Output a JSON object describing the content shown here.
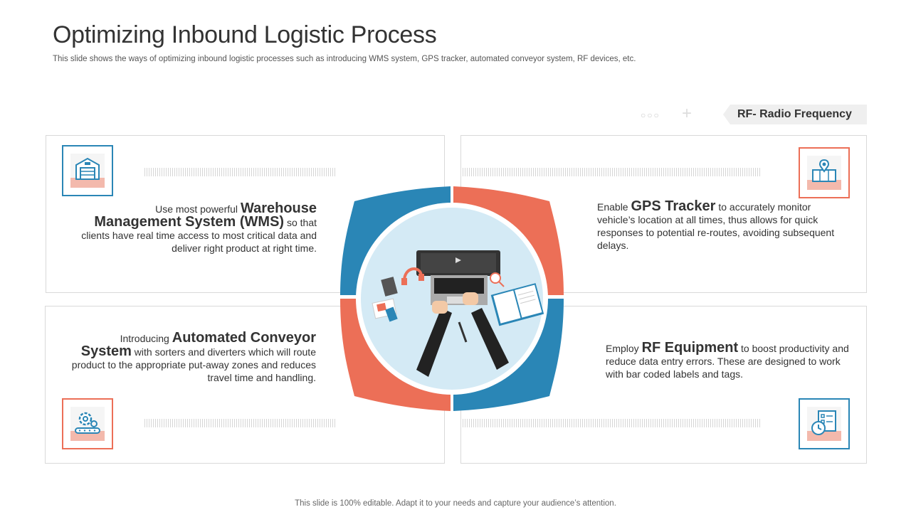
{
  "header": {
    "title": "Optimizing Inbound Logistic Process",
    "subtitle": "This slide shows the ways of optimizing inbound logistic processes such as introducing WMS system, GPS tracker, automated conveyor system, RF devices, etc."
  },
  "badge": {
    "label": "RF- Radio Frequency",
    "dots": "○○○",
    "plus": "+"
  },
  "cards": {
    "wms": {
      "pre": "Use most powerful ",
      "highlight": "Warehouse Management System (WMS)",
      "post": " so that clients have real time access to most critical data and deliver right product at right time.",
      "icon": "warehouse-icon"
    },
    "gps": {
      "pre": "Enable ",
      "highlight": "GPS Tracker",
      "post": " to accurately monitor vehicle’s location at all times, thus allows for quick responses to potential re-routes, avoiding subsequent delays.",
      "icon": "map-location-icon"
    },
    "conveyor": {
      "pre": "Introducing ",
      "highlight": "Automated Conveyor System",
      "post": " with sorters and diverters which will route product to the appropriate put-away zones and reduces travel time and handling.",
      "icon": "conveyor-gear-icon"
    },
    "rf": {
      "pre": "Employ ",
      "highlight": "RF Equipment",
      "post": " to boost productivity and reduce data entry errors. These are designed to work with bar coded labels and tags.",
      "icon": "checklist-clock-icon"
    }
  },
  "colors": {
    "blue": "#2a86b6",
    "orange": "#ec6f57",
    "circle": "#d4eaf5"
  },
  "footer": "This slide is 100% editable. Adapt it to your needs and capture your audience’s attention."
}
